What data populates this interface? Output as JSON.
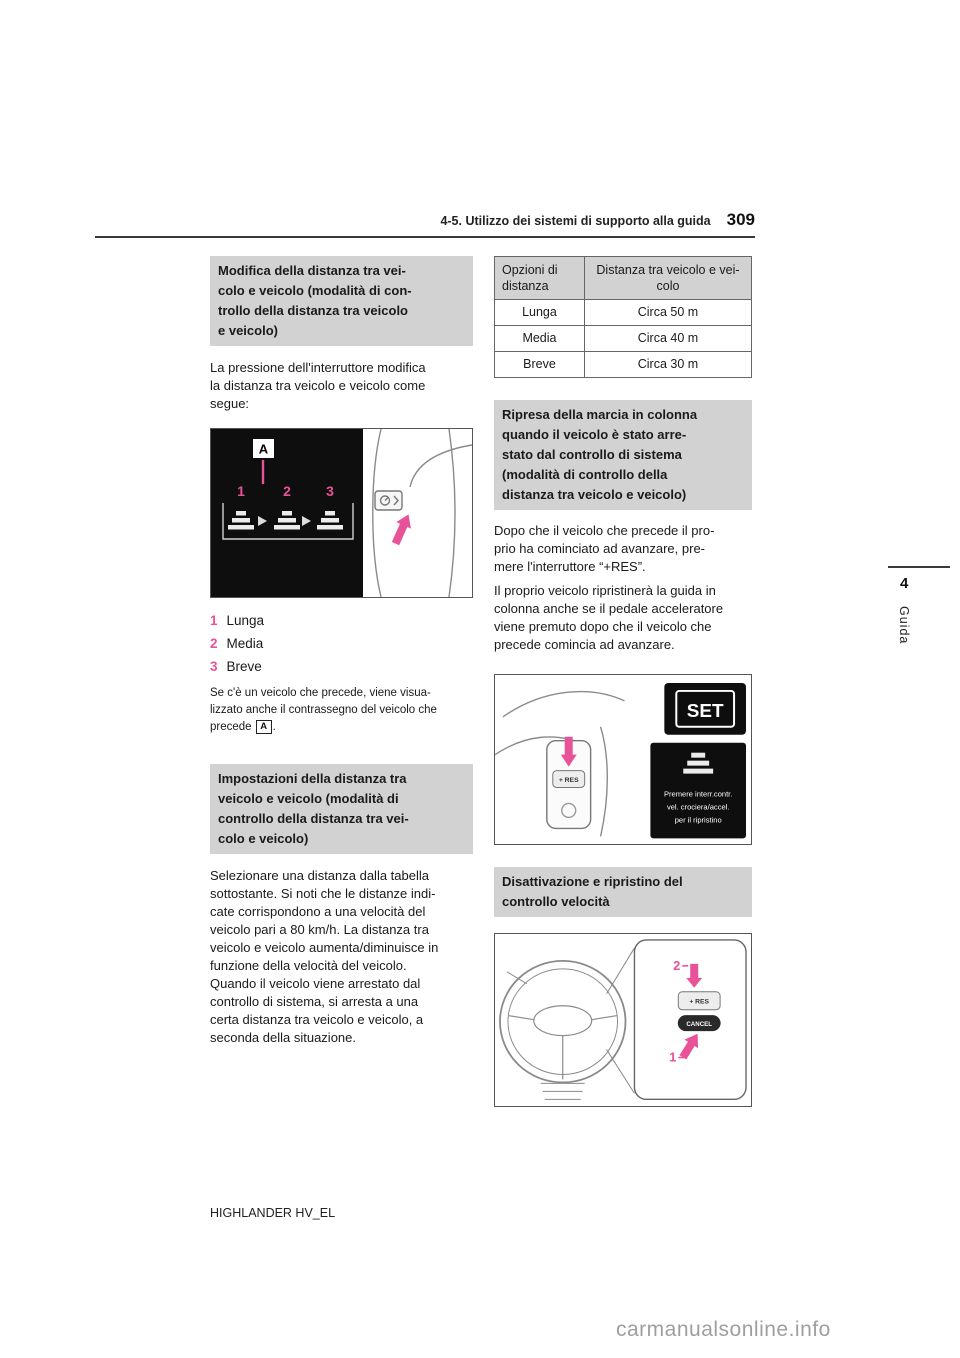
{
  "page": {
    "number": "309",
    "header_title": "4-5. Utilizzo dei sistemi di supporto alla guida",
    "footer": "HIGHLANDER HV_EL",
    "watermark": "carmanualsonline.info",
    "tab": {
      "chapter": "4",
      "label": "Guida"
    }
  },
  "colors": {
    "accent_pink": "#e85298",
    "heading_bg": "#d2d2d2"
  },
  "left": {
    "heading1": "Modifica della distanza tra vei-\ncolo e veicolo (modalità di con-\ntrollo della distanza tra veicolo \ne veicolo)",
    "para1": "La pressione dell'interruttore modifica \nla distanza tra veicolo e veicolo come \nsegue:",
    "fig1": {
      "marker": "A",
      "num1": "1",
      "num2": "2",
      "num3": "3"
    },
    "list": [
      {
        "num": "1",
        "label": "Lunga"
      },
      {
        "num": "2",
        "label": "Media"
      },
      {
        "num": "3",
        "label": "Breve"
      }
    ],
    "note": {
      "text": "Se c'è un veicolo che precede, viene visua-\nlizzato anche il contrassegno del veicolo che \nprecede ",
      "marker": "A",
      "suffix": "."
    },
    "heading2": "Impostazioni della distanza tra \nveicolo e veicolo (modalità di \ncontrollo della distanza tra vei-\ncolo e veicolo)",
    "para2": "Selezionare una distanza dalla tabella \nsottostante. Si noti che le distanze indi-\ncate corrispondono a una velocità del \nveicolo pari a 80 km/h. La distanza tra \nveicolo e veicolo aumenta/diminuisce in \nfunzione della velocità del veicolo. \nQuando il veicolo viene arrestato dal \ncontrollo di sistema, si arresta a una \ncerta distanza tra veicolo e veicolo, a \nseconda della situazione."
  },
  "right": {
    "table": {
      "col1_header": "Opzioni di \ndistanza",
      "col2_header": "Distanza tra veicolo e vei-\ncolo",
      "rows": [
        {
          "option": "Lunga",
          "distance": "Circa 50 m"
        },
        {
          "option": "Media",
          "distance": "Circa 40 m"
        },
        {
          "option": "Breve",
          "distance": "Circa 30 m"
        }
      ]
    },
    "heading3": "Ripresa della marcia in colonna \nquando il veicolo è stato arre-\nstato dal controllo di sistema \n(modalità di controllo della \ndistanza tra veicolo e veicolo)",
    "para3a": "Dopo che il veicolo che precede il pro-\nprio ha cominciato ad avanzare, pre-\nmere l'interruttore “+RES”.",
    "para3b": "Il proprio veicolo ripristinerà la guida in \ncolonna anche se il pedale acceleratore \nviene premuto dopo che il veicolo che \nprecede comincia ad avanzare.",
    "fig2": {
      "set_label": "SET",
      "res_label": "+ RES",
      "screen_line1": "Premere interr.contr.",
      "screen_line2": "vel. crociera/accel.",
      "screen_line3": "per il ripristino"
    },
    "heading4": "Disattivazione e ripristino del \ncontrollo velocità",
    "fig3": {
      "label1": "1",
      "label2": "2",
      "res_label": "+ RES",
      "cancel_label": "CANCEL"
    }
  }
}
